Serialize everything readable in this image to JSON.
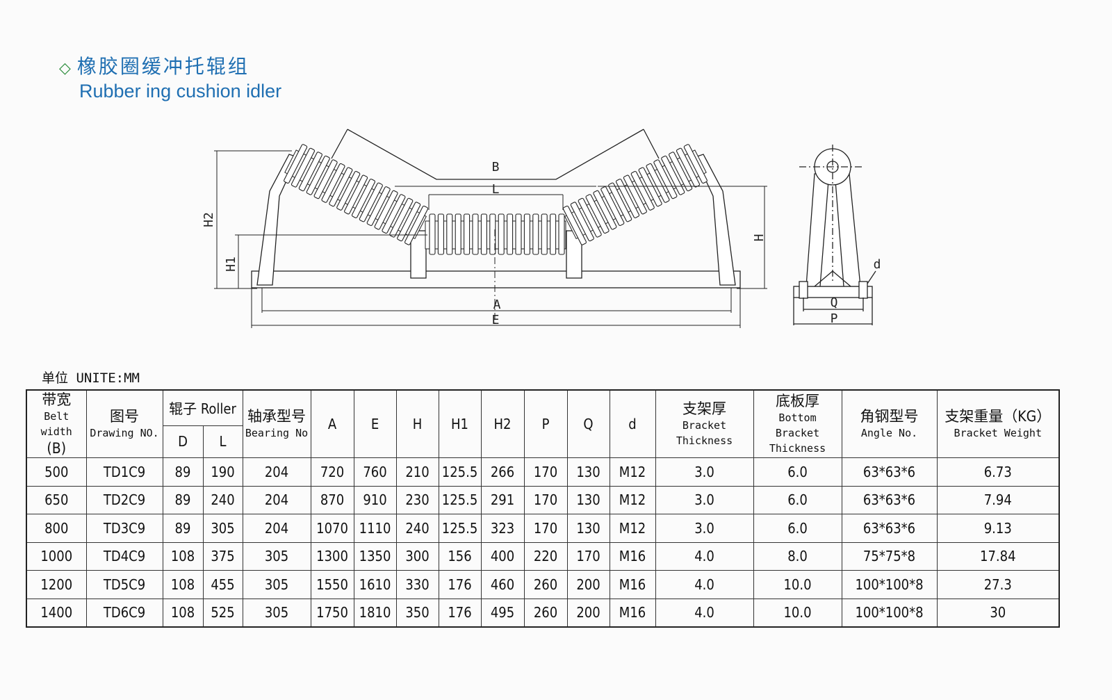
{
  "header": {
    "icon": "diamond-icon",
    "title_cn": "橡胶圈缓冲托辊组",
    "title_en": "Rubber ing cushion idler"
  },
  "diagram_labels": {
    "B": "B",
    "L": "L",
    "A": "A",
    "E": "E",
    "H": "H",
    "H1": "H1",
    "H2": "H2",
    "Q": "Q",
    "P": "P",
    "d": "d"
  },
  "unit_label": "单位 UNITE:MM",
  "table": {
    "headers": {
      "belt_width": {
        "cn": "带宽",
        "en": "Belt width",
        "sub": "(B)"
      },
      "drawing_no": {
        "cn": "图号",
        "en": "Drawing NO."
      },
      "roller": {
        "label": "辊子 Roller",
        "d": "D",
        "l": "L"
      },
      "bearing": {
        "cn": "轴承型号",
        "en": "Bearing No"
      },
      "A": "A",
      "E": "E",
      "H": "H",
      "H1": "H1",
      "H2": "H2",
      "P": "P",
      "Q": "Q",
      "d": "d",
      "bracket_thickness": {
        "cn": "支架厚",
        "en": "Bracket Thickness"
      },
      "bottom_thickness": {
        "cn": "底板厚",
        "en1": "Bottom Bracket",
        "en2": "Thickness"
      },
      "angle": {
        "cn": "角钢型号",
        "en": "Angle No."
      },
      "weight": {
        "cn": "支架重量（KG）",
        "en": "Bracket Weight"
      }
    },
    "rows": [
      [
        "500",
        "TD1C9",
        "89",
        "190",
        "204",
        "720",
        "760",
        "210",
        "125.5",
        "266",
        "170",
        "130",
        "M12",
        "3.0",
        "6.0",
        "63*63*6",
        "6.73"
      ],
      [
        "650",
        "TD2C9",
        "89",
        "240",
        "204",
        "870",
        "910",
        "230",
        "125.5",
        "291",
        "170",
        "130",
        "M12",
        "3.0",
        "6.0",
        "63*63*6",
        "7.94"
      ],
      [
        "800",
        "TD3C9",
        "89",
        "305",
        "204",
        "1070",
        "1110",
        "240",
        "125.5",
        "323",
        "170",
        "130",
        "M12",
        "3.0",
        "6.0",
        "63*63*6",
        "9.13"
      ],
      [
        "1000",
        "TD4C9",
        "108",
        "375",
        "305",
        "1300",
        "1350",
        "300",
        "156",
        "400",
        "220",
        "170",
        "M16",
        "4.0",
        "8.0",
        "75*75*8",
        "17.84"
      ],
      [
        "1200",
        "TD5C9",
        "108",
        "455",
        "305",
        "1550",
        "1610",
        "330",
        "176",
        "460",
        "260",
        "200",
        "M16",
        "4.0",
        "10.0",
        "100*100*8",
        "27.3"
      ],
      [
        "1400",
        "TD6C9",
        "108",
        "525",
        "305",
        "1750",
        "1810",
        "350",
        "176",
        "495",
        "260",
        "200",
        "M16",
        "4.0",
        "10.0",
        "100*100*8",
        "30"
      ]
    ]
  }
}
